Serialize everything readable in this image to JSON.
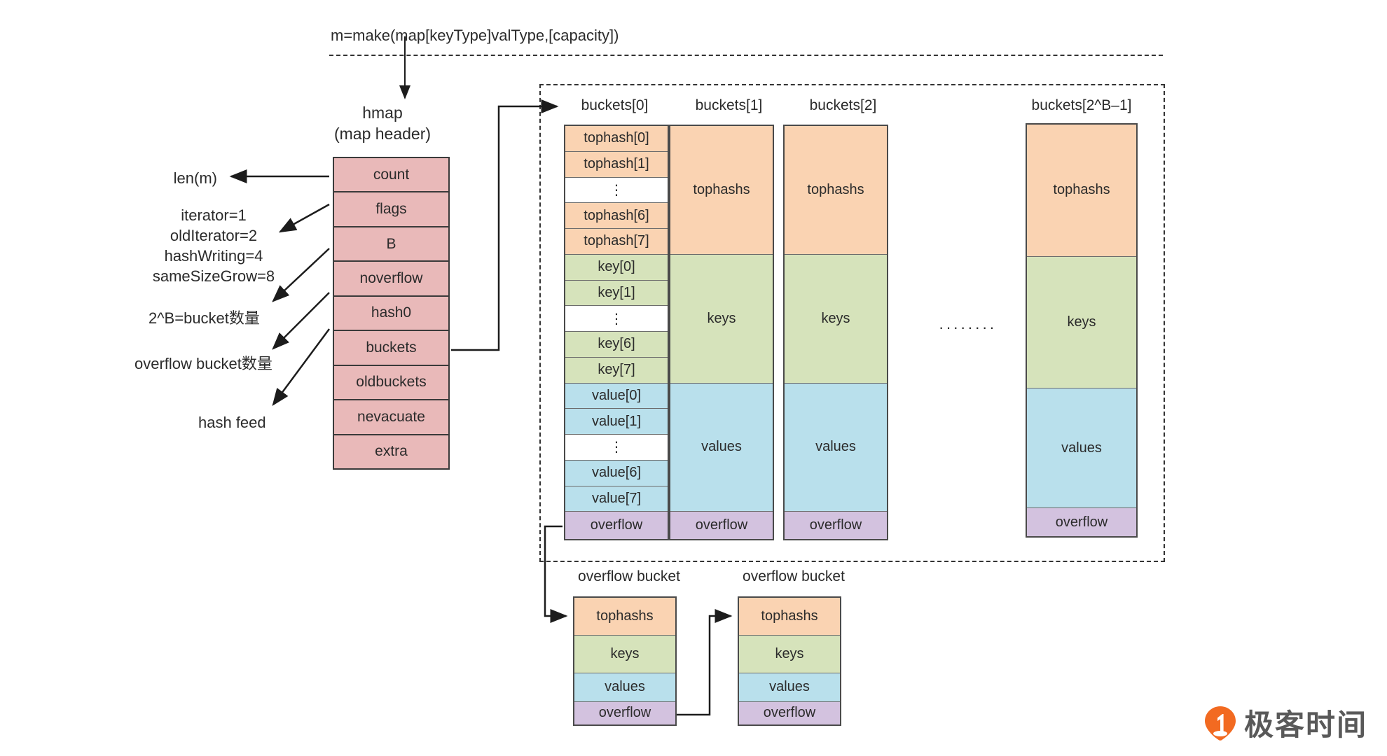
{
  "title_expr": "m=make(map[keyType]valType,[capacity])",
  "hmap": {
    "name": "hmap",
    "subtitle": "(map header)",
    "fields": [
      "count",
      "flags",
      "B",
      "noverflow",
      "hash0",
      "buckets",
      "oldbuckets",
      "nevacuate",
      "extra"
    ]
  },
  "annotations": [
    {
      "id": "len",
      "text": "len(m)"
    },
    {
      "id": "flags",
      "lines": [
        "iterator=1",
        "oldIterator=2",
        "hashWriting=4",
        "sameSizeGrow=8"
      ]
    },
    {
      "id": "b",
      "text": "2^B=bucket数量"
    },
    {
      "id": "noverflow",
      "text": "overflow bucket数量"
    },
    {
      "id": "hash0",
      "text": "hash feed"
    }
  ],
  "buckets": {
    "headers": [
      "buckets[0]",
      "buckets[1]",
      "buckets[2]",
      "buckets[2^B–1]"
    ],
    "ellipsis": "········",
    "detail_cells": {
      "tophash": [
        "tophash[0]",
        "tophash[1]",
        "⋮",
        "tophash[6]",
        "tophash[7]"
      ],
      "keys": [
        "key[0]",
        "key[1]",
        "⋮",
        "key[6]",
        "key[7]"
      ],
      "values": [
        "value[0]",
        "value[1]",
        "⋮",
        "value[6]",
        "value[7]"
      ],
      "overflow": "overflow"
    },
    "summary_cells": {
      "tophash": "tophashs",
      "keys": "keys",
      "values": "values",
      "overflow": "overflow"
    }
  },
  "overflow_buckets": {
    "title": "overflow bucket",
    "cells": {
      "tophash": "tophashs",
      "keys": "keys",
      "values": "values",
      "overflow": "overflow"
    }
  },
  "watermark": {
    "text": "极客时间"
  },
  "colors": {
    "tophash": "#FAD3B2",
    "keys": "#D6E3BB",
    "values": "#B9E0EC",
    "overflow": "#D3C2DF",
    "struct": "#E9B9B9",
    "logo_orange": "#F26A21",
    "stroke": "#3a3a3a"
  }
}
